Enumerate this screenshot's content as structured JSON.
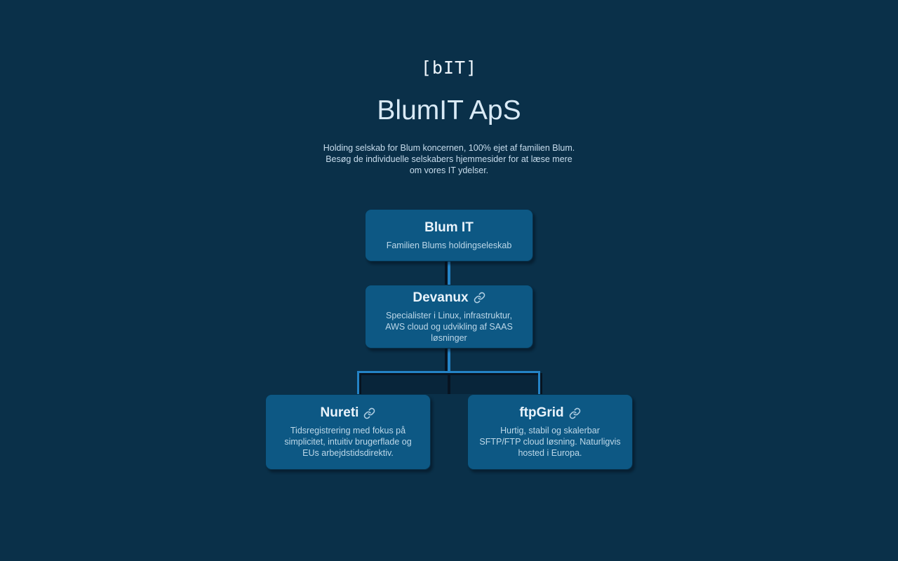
{
  "page": {
    "background_color": "#0a3049",
    "accent_line_color": "#2483c6",
    "node_fill_color": "#0d5884"
  },
  "header": {
    "logo": "[bIT]",
    "title": "BlumIT ApS",
    "description": "Holding selskab for Blum koncernen, 100% ejet af familien Blum. Besøg de individuelle selskabers hjemmesider for at læse mere om vores IT ydelser."
  },
  "org": {
    "blumit": {
      "name": "Blum IT",
      "description": "Familien Blums holdingseleskab",
      "has_link": false
    },
    "devanux": {
      "name": "Devanux",
      "description": "Specialister i Linux, infrastruktur, AWS cloud og udvikling af SAAS løsninger",
      "has_link": true
    },
    "nureti": {
      "name": "Nureti",
      "description": "Tidsregistrering med fokus på simplicitet, intuitiv brugerflade og EUs arbejdstidsdirektiv.",
      "has_link": true
    },
    "ftpgrid": {
      "name": "ftpGrid",
      "description": "Hurtig, stabil og skalerbar SFTP/FTP cloud løsning. Naturligvis hosted i Europa.",
      "has_link": true
    }
  },
  "icons": {
    "link": "chain-link-icon"
  }
}
